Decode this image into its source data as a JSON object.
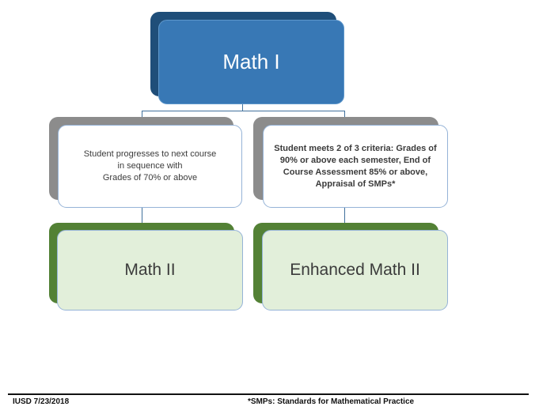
{
  "colors": {
    "blue-front": "#3878B5",
    "blue-back": "#1F4E79",
    "blue-border": "#5E97CB",
    "gray-back": "#8C8C8C",
    "green-back": "#538135",
    "green-front": "#E2EFDA",
    "box-border": "#95B3D7",
    "connector": "#41719C",
    "text-dark": "#3B3B3B"
  },
  "diagram": {
    "root": {
      "label": "Math I"
    },
    "criteria_left": {
      "lines": [
        "Student progresses to next course",
        "in sequence with",
        "Grades of 70% or above"
      ]
    },
    "criteria_right": {
      "lines": [
        "Student meets 2 of 3 criteria: Grades of",
        "90% or above each semester, End of",
        "Course Assessment 85% or above,",
        "Appraisal of SMPs*"
      ]
    },
    "result_left": {
      "label": "Math II"
    },
    "result_right": {
      "label": "Enhanced Math II"
    }
  },
  "footer": {
    "left_text": "IUSD 7/23/2018",
    "note_text": "*SMPs: Standards for Mathematical Practice"
  }
}
